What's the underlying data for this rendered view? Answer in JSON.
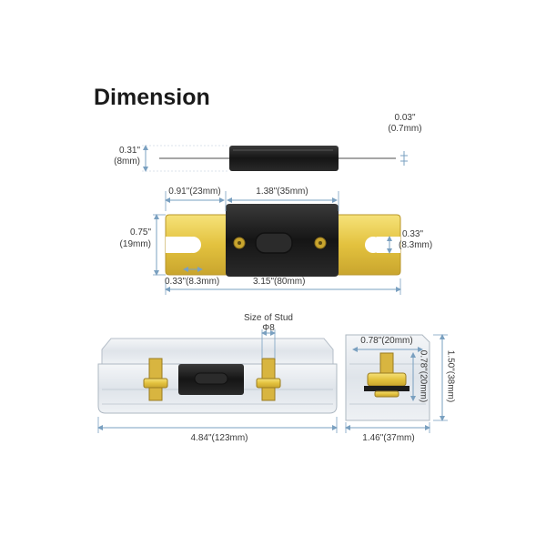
{
  "title": "Dimension",
  "side_view": {
    "blade_thickness": {
      "in": "0.03\"",
      "mm": "(0.7mm)"
    },
    "body_thickness": {
      "in": "0.31\"",
      "mm": "(8mm)"
    }
  },
  "fuse": {
    "tab_length": "0.91\"(23mm)",
    "body_length": "1.38\"(35mm)",
    "width": {
      "in": "0.75\"",
      "mm": "(19mm)"
    },
    "slot_width": {
      "in": "0.33\"",
      "mm": "(8.3mm)"
    },
    "hole_spacing": "0.33\"(8.3mm)",
    "overall_length": "3.15\"(80mm)"
  },
  "holder": {
    "stud_label": "Size of Stud",
    "stud_size": "Φ8",
    "length": "4.84\"(123mm)"
  },
  "holder_end": {
    "top_width": "0.78\"(20mm)",
    "inner_height": "0.78\"(20mm)",
    "height": "1.50\"(38mm)",
    "width": "1.46\"(37mm)"
  },
  "colors": {
    "gold": "#e3c23e",
    "gold_dark": "#b8962a",
    "body_black": "#1c1c1c",
    "dim_line": "#7aa0c0"
  }
}
